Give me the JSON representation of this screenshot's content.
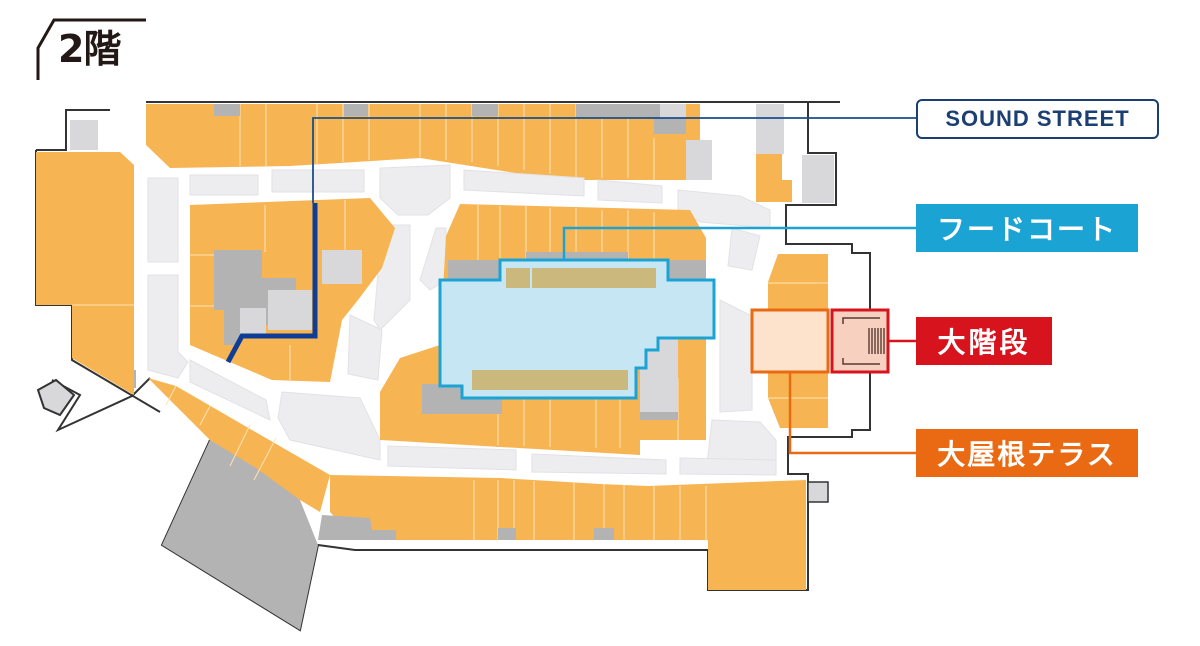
{
  "floor": {
    "title": "2階"
  },
  "labels": {
    "sound_street": "SOUND STREET",
    "food_court": "フードコート",
    "grand_stairs": "大階段",
    "roof_terrace": "大屋根テラス"
  },
  "colors": {
    "shop": "#f7b452",
    "corridor": "#ededf0",
    "service": "#b3b3b3",
    "service_light": "#d8d8da",
    "outline": "#333333",
    "sound_street": "#0d3d96",
    "food_court": "#1ba3d4",
    "food_court_fill": "#c7e6f4",
    "grand_stairs": "#d7141e",
    "roof_terrace": "#ea6a13"
  }
}
